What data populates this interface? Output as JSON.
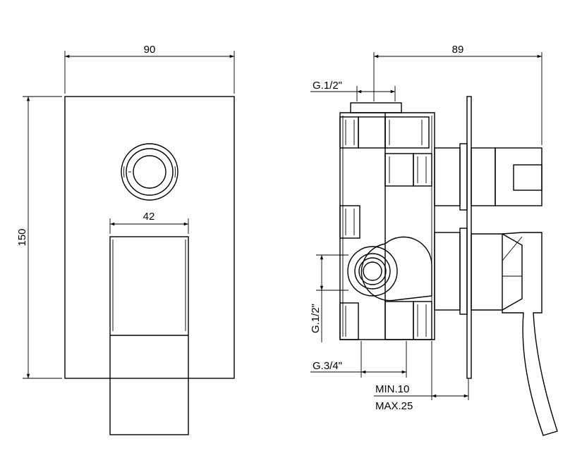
{
  "front_view": {
    "width_label": "90",
    "height_label": "150",
    "lever_width_label": "42"
  },
  "side_view": {
    "depth_label": "89",
    "top_thread_label": "G.1/2\"",
    "side_thread_label": "G.1/2\"",
    "bottom_thread_label": "G.3/4\"",
    "min_label": "MIN.10",
    "max_label": "MAX.25"
  },
  "colors": {
    "line": "#000000",
    "background": "#ffffff"
  }
}
